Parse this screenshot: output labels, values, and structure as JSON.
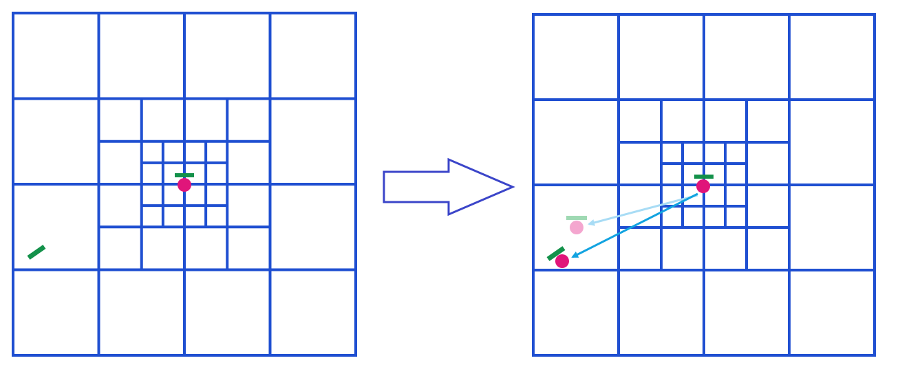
{
  "diagram": {
    "description_labels": [],
    "colors": {
      "grid": "#1f4fd1",
      "arrow_outline": "#3b45c9",
      "particle": "#e0157a",
      "particle_ghost": "#f4a6cf",
      "marker": "#13914a",
      "marker_ghost": "#9fd9b3",
      "vector": "#12a3e0",
      "vector_ghost": "#a8dcf5",
      "background": "#ffffff"
    },
    "panels": [
      {
        "id": "before",
        "particles": [
          {
            "cell": [
              2,
              2
            ],
            "role": "current"
          }
        ],
        "markers": [
          {
            "cell": [
              2,
              2
            ],
            "orientation": "horizontal",
            "role": "current"
          },
          {
            "cell": [
              0,
              3
            ],
            "orientation": "diagonal",
            "role": "target"
          }
        ]
      },
      {
        "id": "after",
        "particles": [
          {
            "cell": [
              2,
              2
            ],
            "role": "origin"
          },
          {
            "cell": [
              0,
              3
            ],
            "role": "ghost"
          },
          {
            "cell": [
              0,
              3
            ],
            "role": "moved"
          }
        ],
        "markers": [
          {
            "cell": [
              2,
              2
            ],
            "orientation": "horizontal",
            "role": "origin"
          },
          {
            "cell": [
              0,
              3
            ],
            "orientation": "horizontal",
            "role": "ghost"
          },
          {
            "cell": [
              0,
              3
            ],
            "orientation": "diagonal",
            "role": "moved"
          }
        ],
        "vectors": [
          {
            "from": "origin",
            "to": "ghost",
            "style": "ghost"
          },
          {
            "from": "origin",
            "to": "moved",
            "style": "solid"
          }
        ]
      }
    ],
    "transition_arrow": {
      "direction": "right",
      "icon": "hollow-right-arrow-icon"
    }
  }
}
